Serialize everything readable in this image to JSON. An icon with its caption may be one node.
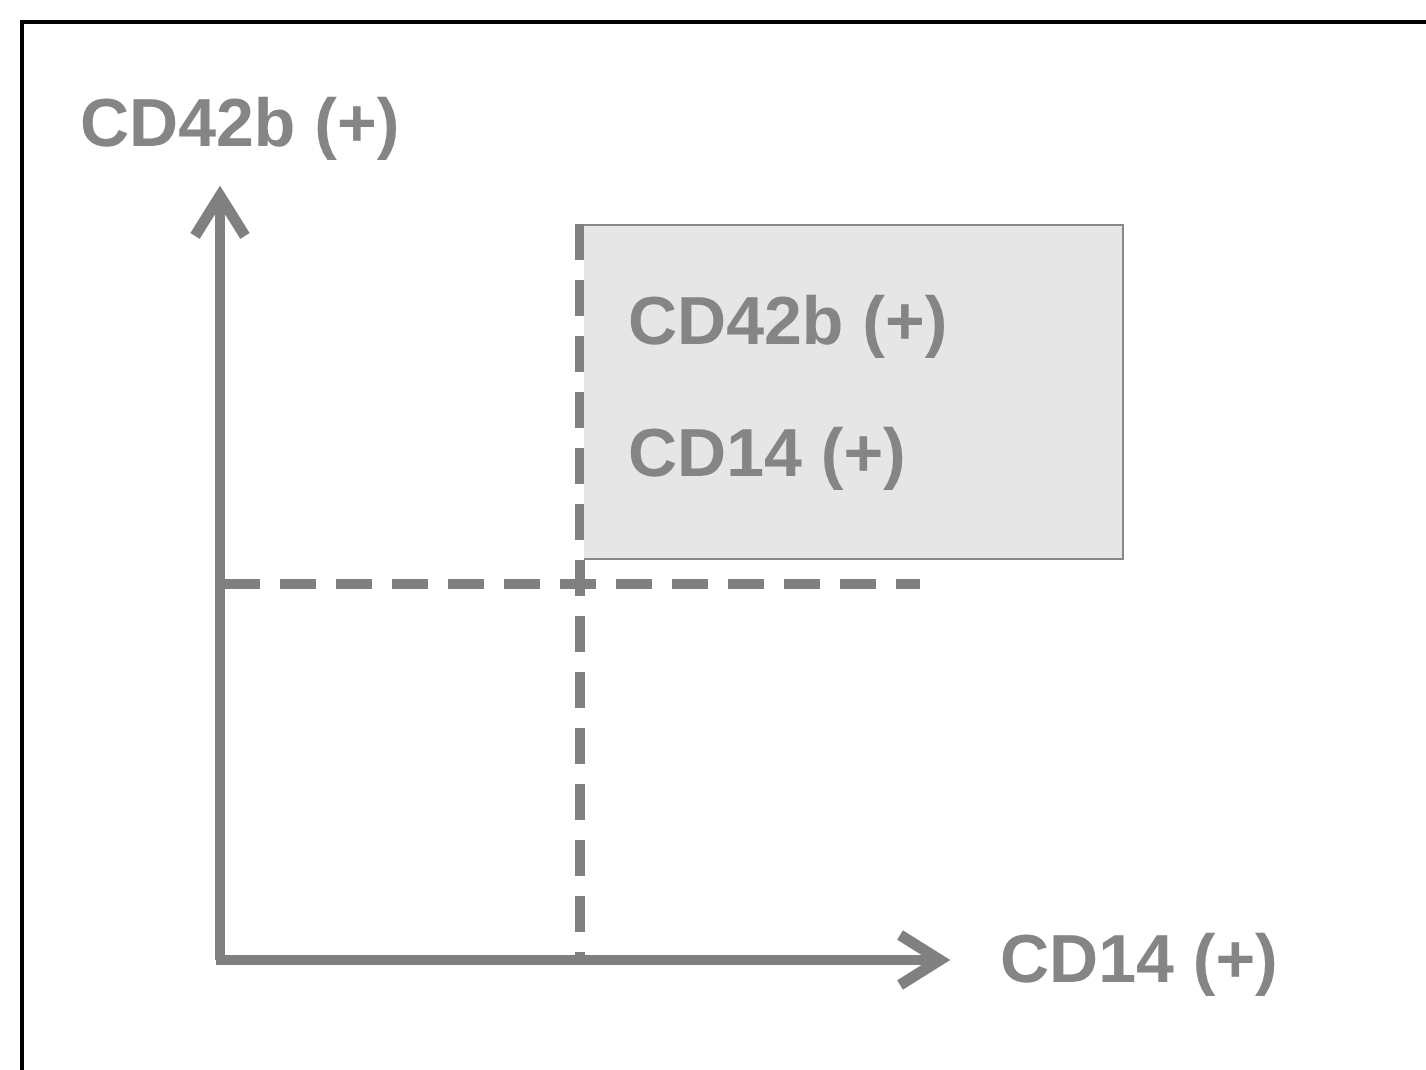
{
  "diagram": {
    "nodes": [
      {
        "text": [
          "CD42b (+)",
          "CD14 (+)"
        ]
      }
    ],
    "labels": [
      "CD42b (+)",
      "CD14 (+)"
    ]
  }
}
